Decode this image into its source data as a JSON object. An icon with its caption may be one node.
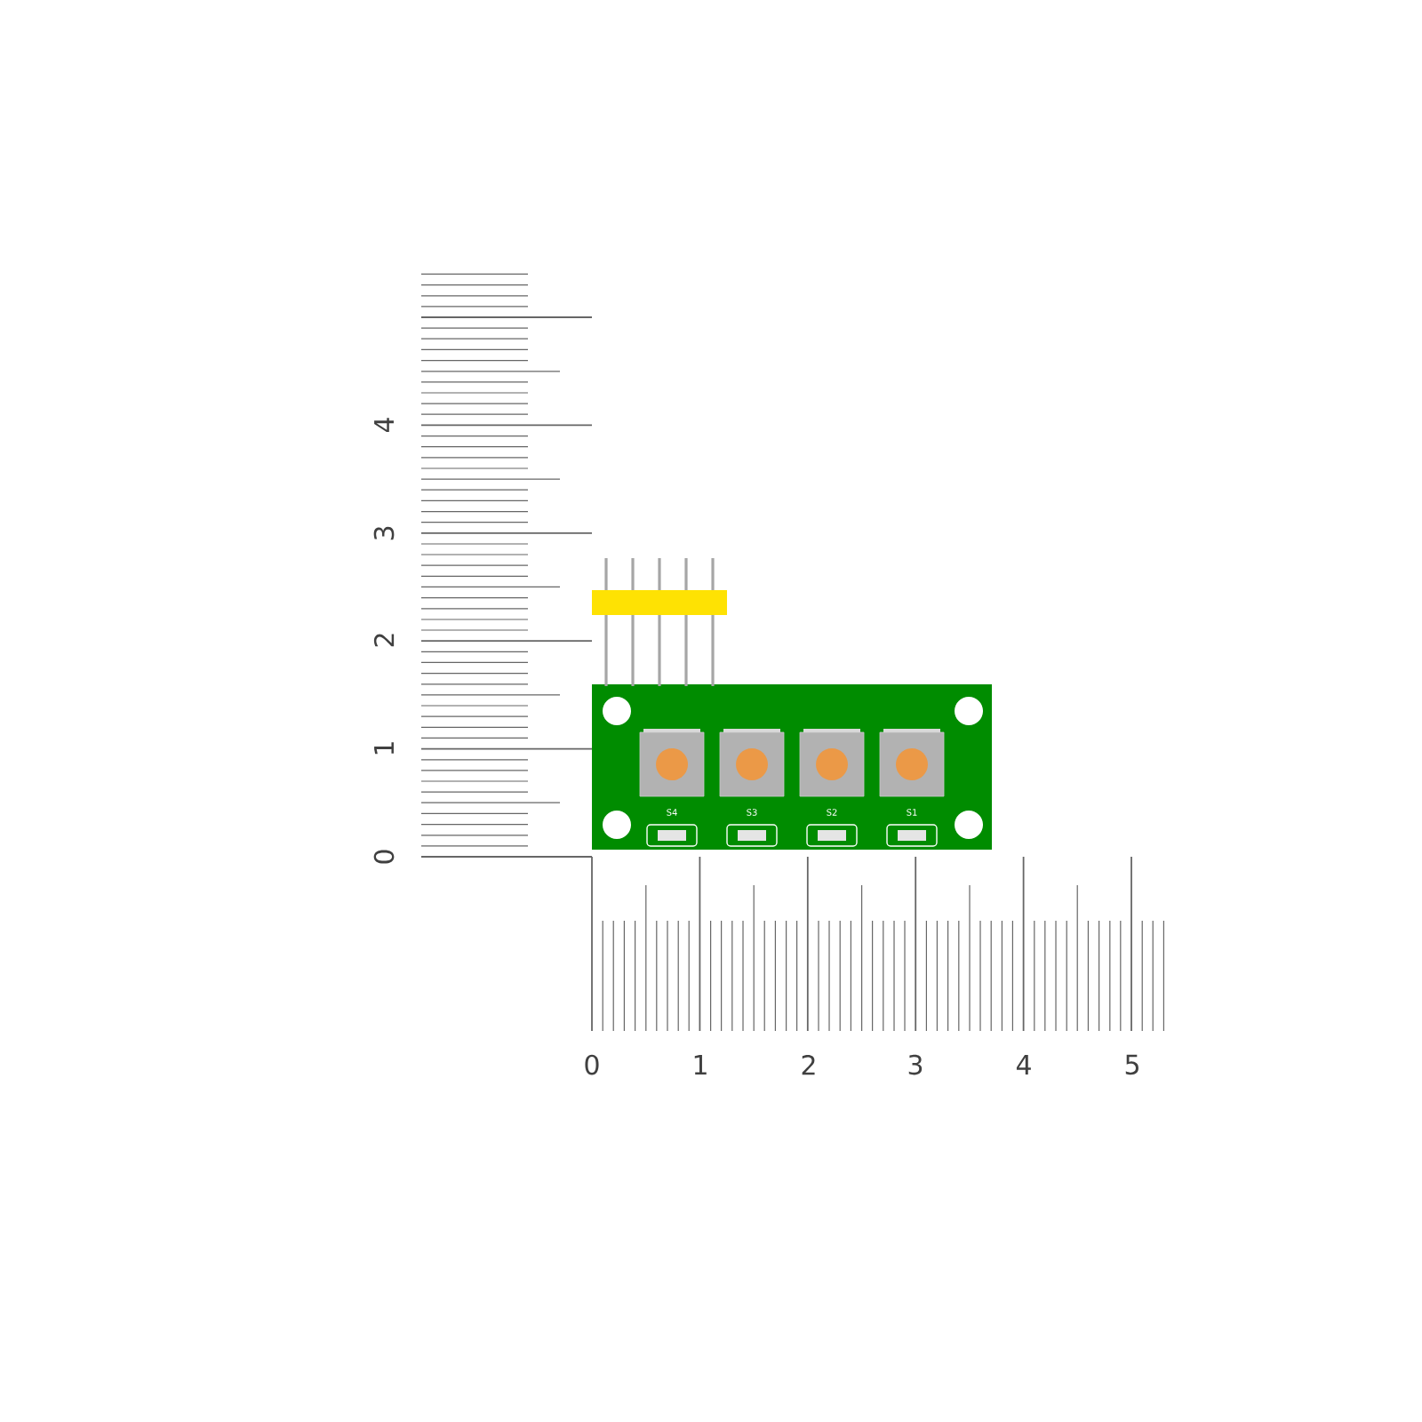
{
  "diagram": {
    "labels": [
      "4",
      "3",
      "2",
      "1",
      "S4",
      "S3",
      "S2",
      "S1",
      "0",
      "0",
      "1",
      "2",
      "3",
      "4",
      "5"
    ]
  }
}
